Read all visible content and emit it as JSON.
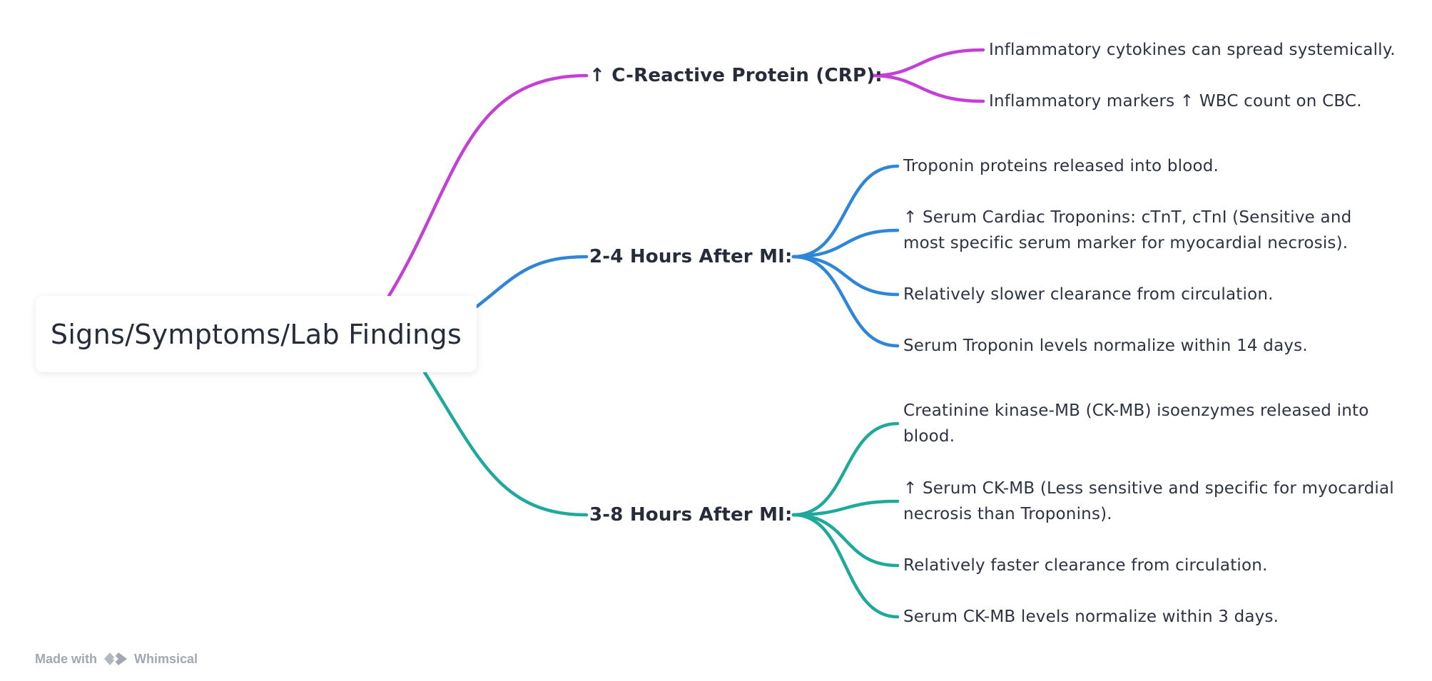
{
  "colors": {
    "purple": "#c43fd6",
    "blue": "#2f86d8",
    "teal": "#1fa99a",
    "text": "#262c3a",
    "footer": "#a2a7b0"
  },
  "root": {
    "label": "Signs/Symptoms/Lab Findings"
  },
  "branches": [
    {
      "label": "↑ C-Reactive Protein (CRP):",
      "color": "purple",
      "leaves": [
        [
          "Inflammatory cytokines can spread systemically."
        ],
        [
          "Inflammatory markers ↑ WBC count on CBC."
        ]
      ]
    },
    {
      "label": "2-4 Hours After MI:",
      "color": "blue",
      "leaves": [
        [
          "Troponin proteins released into blood."
        ],
        [
          "↑ Serum Cardiac Troponins: cTnT, cTnI (Sensitive and",
          "most specific serum marker for myocardial necrosis)."
        ],
        [
          "Relatively slower clearance from circulation."
        ],
        [
          "Serum Troponin levels normalize within 14 days."
        ]
      ]
    },
    {
      "label": "3-8 Hours After MI:",
      "color": "teal",
      "leaves": [
        [
          "Creatinine kinase-MB (CK-MB) isoenzymes released into",
          "blood."
        ],
        [
          "↑ Serum CK-MB (Less sensitive and specific for myocardial",
          "necrosis than Troponins)."
        ],
        [
          "Relatively faster clearance from circulation."
        ],
        [
          "Serum CK-MB levels normalize within 3 days."
        ]
      ]
    }
  ],
  "footer": {
    "made_with": "Made with",
    "brand": "Whimsical"
  }
}
